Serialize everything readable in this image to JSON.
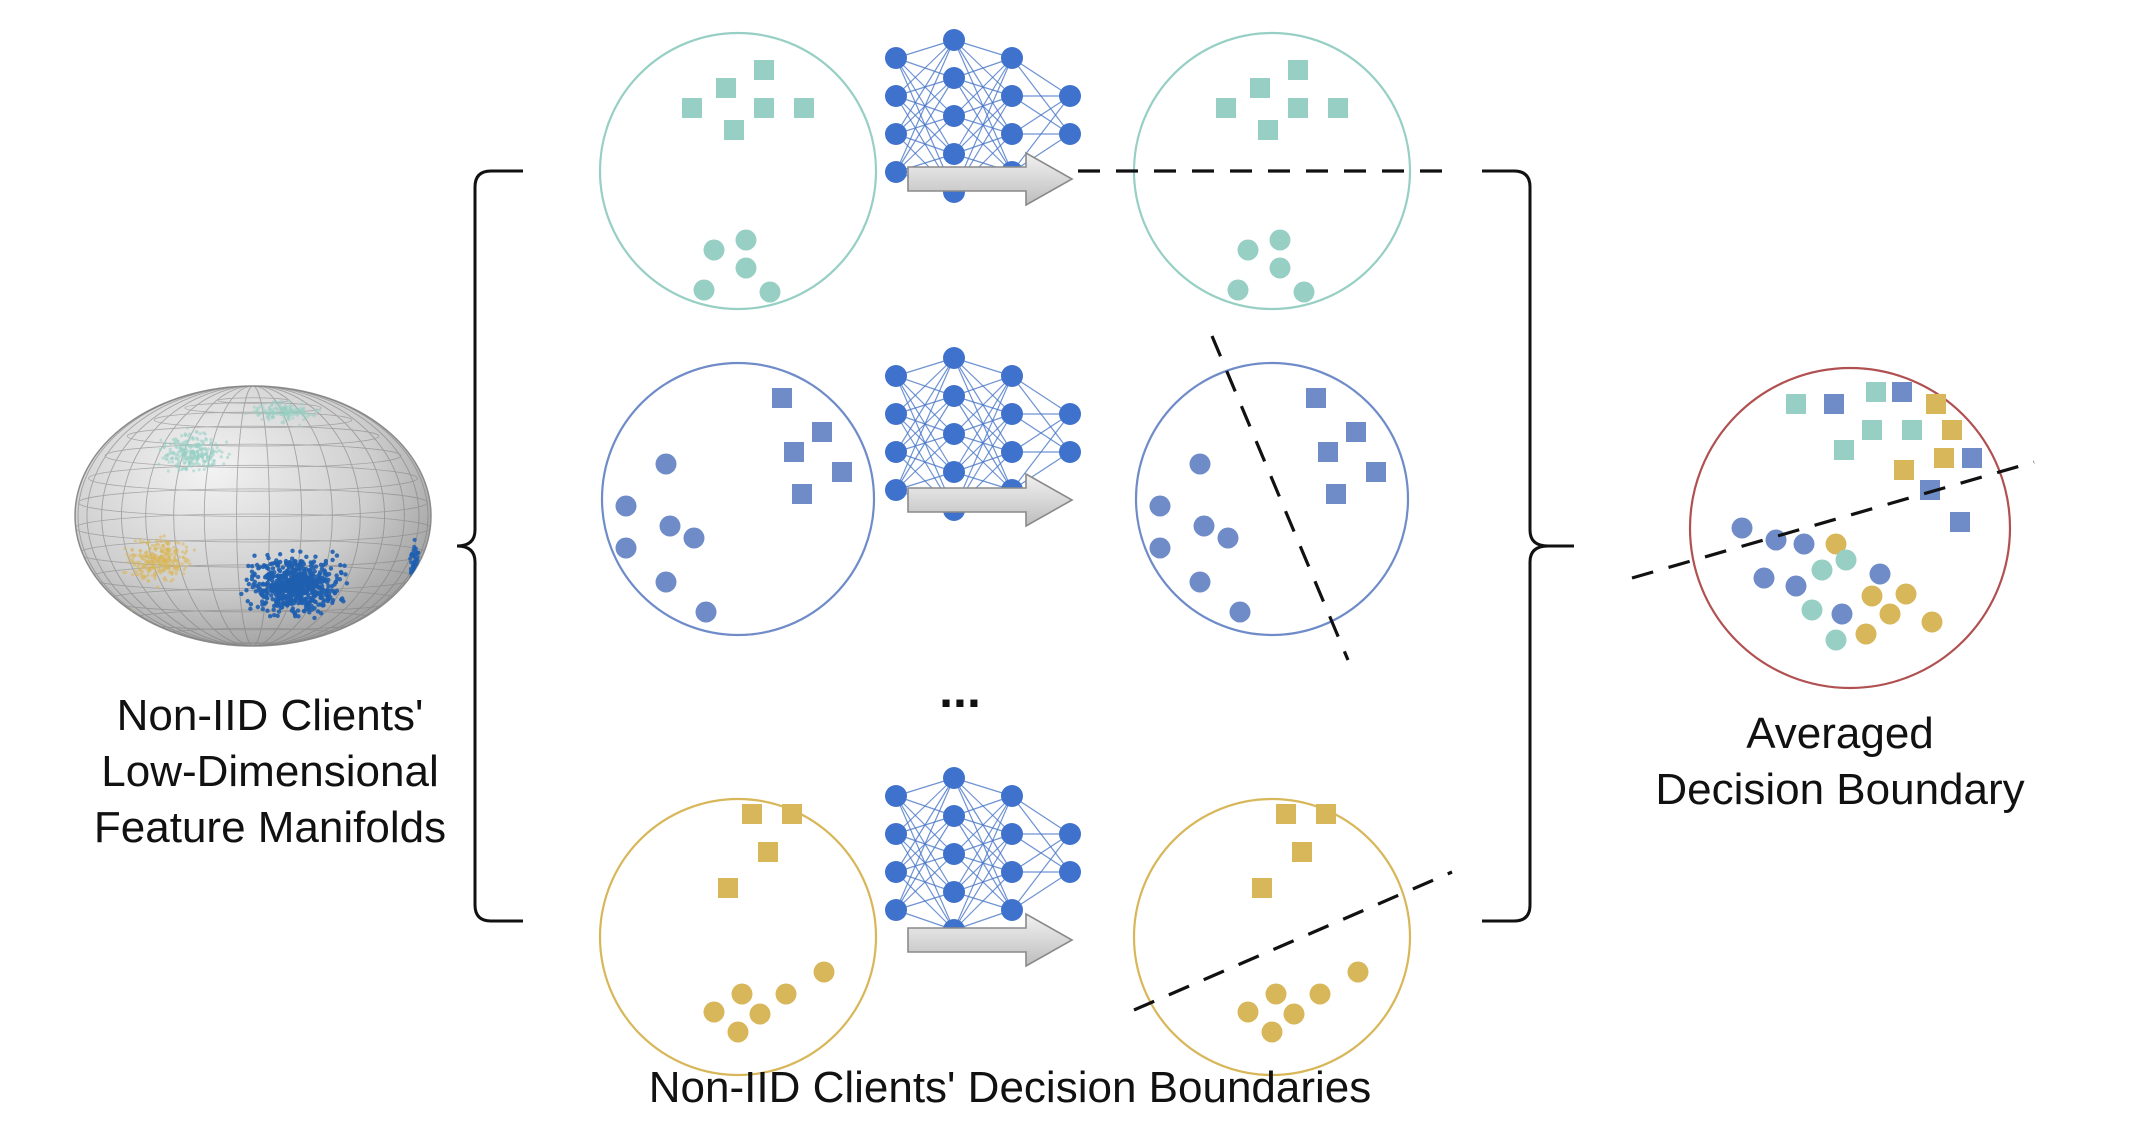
{
  "labels": {
    "manifold_caption": [
      "Non-IID Clients'",
      "Low-Dimensional",
      "Feature Manifolds"
    ],
    "averaged_caption": [
      "Averaged",
      "Decision Boundary"
    ],
    "bottom_caption": "Non-IID Clients' Decision Boundaries",
    "ellipsis": "..."
  },
  "colors": {
    "teal": "#97cfc4",
    "blue": "#6f8cc9",
    "gold": "#d8b75a",
    "deep_blue": "#1f5fb0",
    "net_node": "#3f72cc",
    "avg_circle": "#b05050",
    "arrow_fill": "#d6d6d6",
    "arrow_stroke": "#8a8a8a",
    "bracket": "#111111"
  },
  "icons": {
    "manifold": "sphere-manifold-icon",
    "network": "neural-network-icon",
    "arrow": "right-arrow-icon"
  },
  "clients": [
    {
      "name": "teal",
      "color_key": "teal"
    },
    {
      "name": "blue",
      "color_key": "blue"
    },
    {
      "name": "gold",
      "color_key": "gold"
    }
  ]
}
